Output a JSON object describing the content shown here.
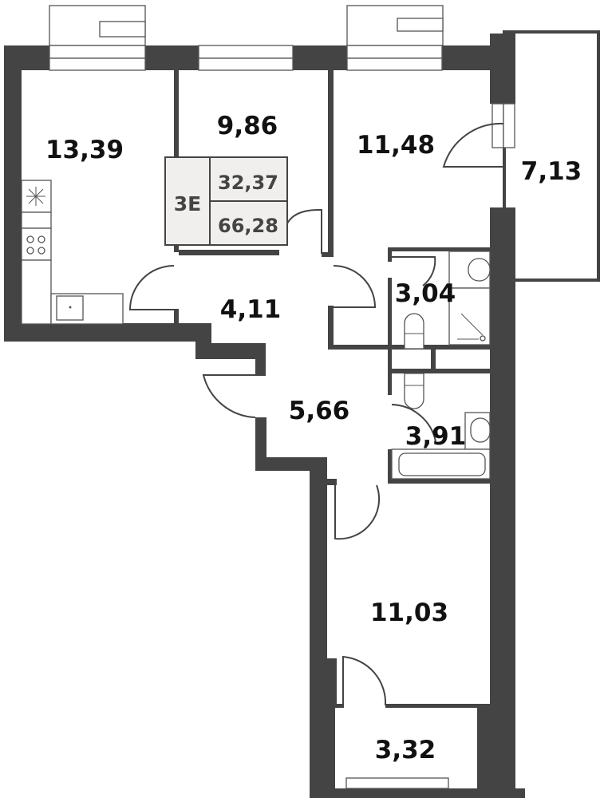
{
  "plan": {
    "type_code": "3E",
    "living_area": "32,37",
    "total_area": "66,28",
    "wall_color": "#444444",
    "legend_fill": "#f0efed"
  },
  "rooms": [
    {
      "name": "kitchen",
      "area": "13,39"
    },
    {
      "name": "bedroom-small",
      "area": "9,86"
    },
    {
      "name": "bedroom-right",
      "area": "11,48"
    },
    {
      "name": "balcony-right",
      "area": "7,13"
    },
    {
      "name": "hall",
      "area": "4,11"
    },
    {
      "name": "bathroom-1",
      "area": "3,04"
    },
    {
      "name": "corridor",
      "area": "5,66"
    },
    {
      "name": "bathroom-2",
      "area": "3,91"
    },
    {
      "name": "bedroom-bottom",
      "area": "11,03"
    },
    {
      "name": "balcony-bottom",
      "area": "3,32"
    }
  ]
}
